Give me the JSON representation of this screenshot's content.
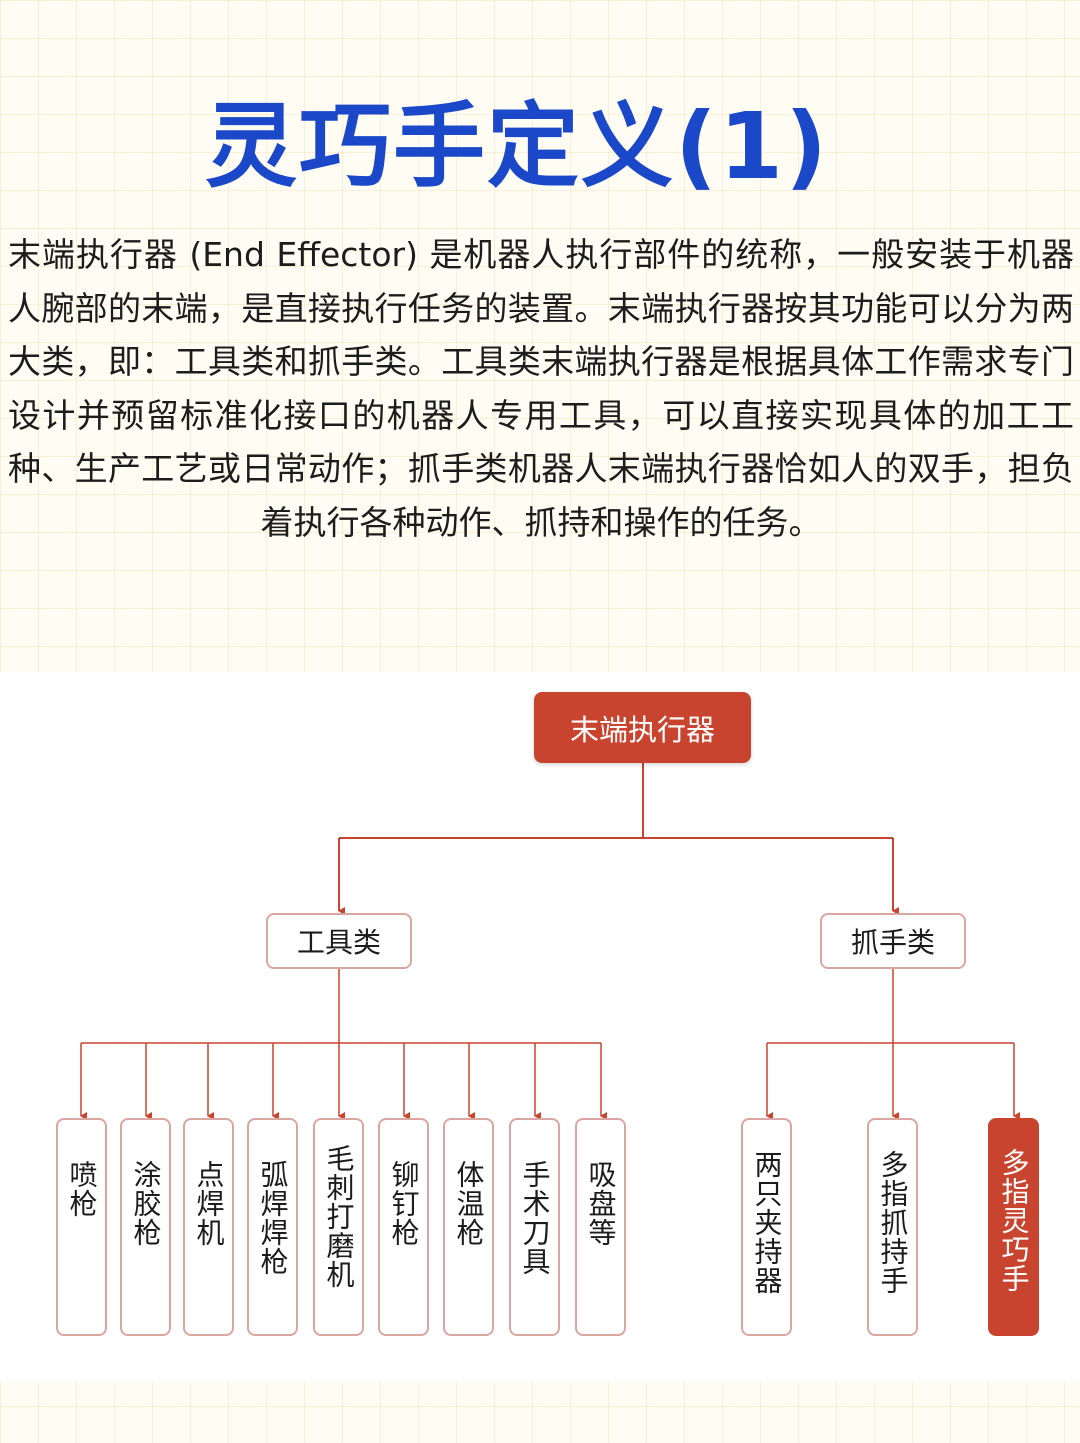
{
  "title": "灵巧手定义(1)",
  "paragraph": "末端执行器 (End Effector) 是机器人执行部件的统称，一般安装于机器人腕部的末端，是直接执行任务的装置。末端执行器按其功能可以分为两大类，即：工具类和抓手类。工具类末端执行器是根据具体工作需求专门设计并预留标准化接口的机器人专用工具，可以直接实现具体的加工工种、生产工艺或日常动作；抓手类机器人末端执行器恰如人的双手，担负着执行各种动作、抓持和操作的任务。",
  "diagram": {
    "root": "末端执行器",
    "branches": [
      {
        "label": "工具类",
        "children": [
          "喷枪",
          "涂胶枪",
          "点焊机",
          "弧焊焊枪",
          "毛刺打磨机",
          "铆钉枪",
          "体温枪",
          "手术刀具",
          "吸盘等"
        ]
      },
      {
        "label": "抓手类",
        "children": [
          "两只夹持器",
          "多指抓持手",
          "多指灵巧手"
        ]
      }
    ],
    "highlight": "多指灵巧手",
    "colors": {
      "accent": "#c8442e",
      "title": "#1b47c9",
      "node_border": "#d9a6a1"
    }
  }
}
